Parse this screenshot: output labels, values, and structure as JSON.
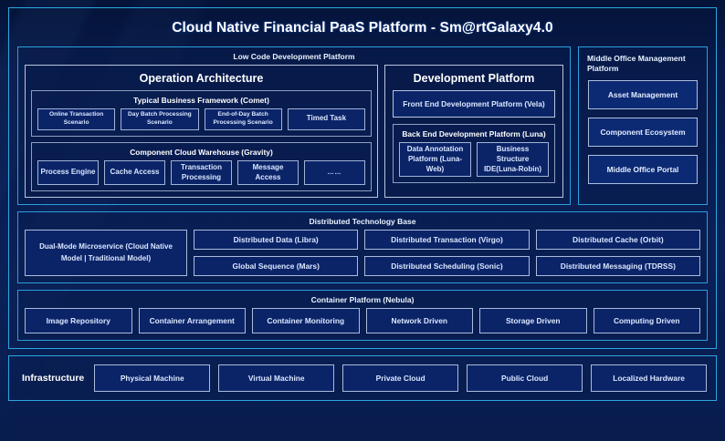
{
  "title": "Cloud Native Financial PaaS Platform - Sm@rtGalaxy4.0",
  "colors": {
    "background": "#071a4a",
    "frame_accent": "#29a8e0",
    "box_border": "#a9bcdb",
    "box_fill": "#0b2468",
    "text": "#ffffff",
    "text_muted": "#dbe8ff"
  },
  "low_code": {
    "header": "Low Code Development Platform",
    "operation_architecture": {
      "title": "Operation Architecture",
      "typical_business_framework": {
        "title": "Typical Business Framework (Comet)",
        "items": [
          "Online Transaction Scenario",
          "Day Batch Processing Scenario",
          "End-of-Day Batch Processing Scenario",
          "Timed Task"
        ]
      },
      "component_cloud_warehouse": {
        "title": "Component Cloud Warehouse (Gravity)",
        "items": [
          "Process Engine",
          "Cache Access",
          "Transaction Processing",
          "Message Access",
          "……"
        ]
      }
    },
    "development_platform": {
      "title": "Development Platform",
      "front_end": "Front End Development Platform (Vela)",
      "back_end": {
        "title": "Back End Development Platform (Luna)",
        "items": [
          "Data Annotation Platform (Luna-Web)",
          "Business Structure IDE(Luna-Robin)"
        ]
      }
    }
  },
  "middle_office": {
    "header": "Middle Office Management Platform",
    "items": [
      "Asset Management",
      "Component Ecosystem",
      "Middle Office Portal"
    ]
  },
  "distributed_technology_base": {
    "header": "Distributed Technology Base",
    "wide_item": "Dual-Mode Microservice (Cloud Native Model | Traditional Model)",
    "columns": [
      {
        "top": "Distributed Data (Libra)",
        "bottom": "Global Sequence (Mars)"
      },
      {
        "top": "Distributed Transaction (Virgo)",
        "bottom": "Distributed Scheduling (Sonic)"
      },
      {
        "top": "Distributed Cache (Orbit)",
        "bottom": "Distributed Messaging (TDRSS)"
      }
    ]
  },
  "container_platform": {
    "header": "Container Platform (Nebula)",
    "items": [
      "Image Repository",
      "Container Arrangement",
      "Container Monitoring",
      "Network Driven",
      "Storage Driven",
      "Computing Driven"
    ]
  },
  "infrastructure": {
    "label": "Infrastructure",
    "items": [
      "Physical Machine",
      "Virtual Machine",
      "Private Cloud",
      "Public Cloud",
      "Localized Hardware"
    ]
  }
}
